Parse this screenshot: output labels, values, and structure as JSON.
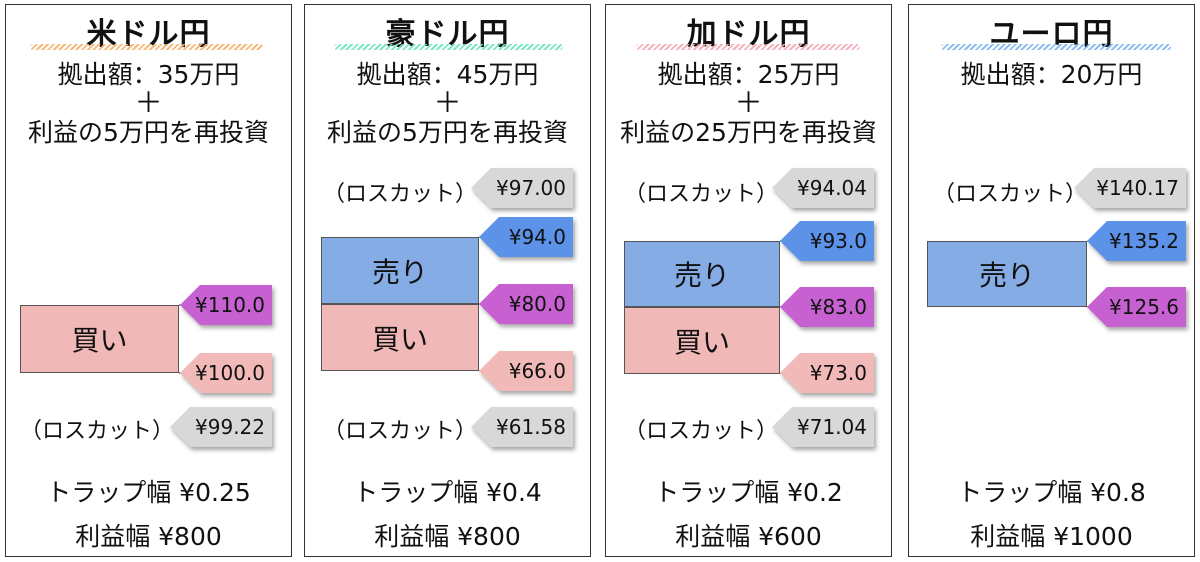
{
  "panels": [
    {
      "title": "米ドル円",
      "underline_color": "#f6b26b",
      "funding": "拠出額：35万円",
      "plus": "＋",
      "reinvest": "利益の5万円を再投資",
      "sell_label": "",
      "buy_label": "買い",
      "sell_upper_tag": "",
      "sell_lower_tag": "",
      "buy_upper_tag": "¥110.0",
      "buy_lower_tag": "¥100.0",
      "stop_upper_label": "",
      "stop_upper_price": "",
      "stop_lower_label": "（ロスカット）",
      "stop_lower_price": "¥99.22",
      "trap_width": "トラップ幅 ¥0.25",
      "profit_width": "利益幅 ¥800"
    },
    {
      "title": "豪ドル円",
      "underline_color": "#6de3c3",
      "funding": "拠出額：45万円",
      "plus": "＋",
      "reinvest": "利益の5万円を再投資",
      "sell_label": "売り",
      "buy_label": "買い",
      "sell_upper_tag": "¥94.0",
      "sell_lower_tag": "",
      "buy_upper_tag": "¥80.0",
      "buy_lower_tag": "¥66.0",
      "stop_upper_label": "（ロスカット）",
      "stop_upper_price": "¥97.00",
      "stop_lower_label": "（ロスカット）",
      "stop_lower_price": "¥61.58",
      "trap_width": "トラップ幅 ¥0.4",
      "profit_width": "利益幅 ¥800"
    },
    {
      "title": "加ドル円",
      "underline_color": "#f4a8b5",
      "funding": "拠出額：25万円",
      "plus": "＋",
      "reinvest": "利益の25万円を再投資",
      "sell_label": "売り",
      "buy_label": "買い",
      "sell_upper_tag": "¥93.0",
      "sell_lower_tag": "",
      "buy_upper_tag": "¥83.0",
      "buy_lower_tag": "¥73.0",
      "stop_upper_label": "（ロスカット）",
      "stop_upper_price": "¥94.04",
      "stop_lower_label": "（ロスカット）",
      "stop_lower_price": "¥71.04",
      "trap_width": "トラップ幅 ¥0.2",
      "profit_width": "利益幅 ¥600"
    },
    {
      "title": "ユーロ円",
      "underline_color": "#7fb7f0",
      "funding": "拠出額：20万円",
      "plus": "",
      "reinvest": "",
      "sell_label": "売り",
      "buy_label": "",
      "sell_upper_tag": "¥135.2",
      "sell_lower_tag": "¥125.6",
      "buy_upper_tag": "",
      "buy_lower_tag": "",
      "stop_upper_label": "（ロスカット）",
      "stop_upper_price": "¥140.17",
      "stop_lower_label": "",
      "stop_lower_price": "",
      "trap_width": "トラップ幅 ¥0.8",
      "profit_width": "利益幅 ¥1000"
    }
  ],
  "colors": {
    "sell_box": "#86ace5",
    "buy_box": "#f0b8b7",
    "tag_purple": "#c761d1",
    "tag_blue": "#5c92e8",
    "tag_pink": "#f1b9b8",
    "tag_gray": "#d8d8d8"
  }
}
